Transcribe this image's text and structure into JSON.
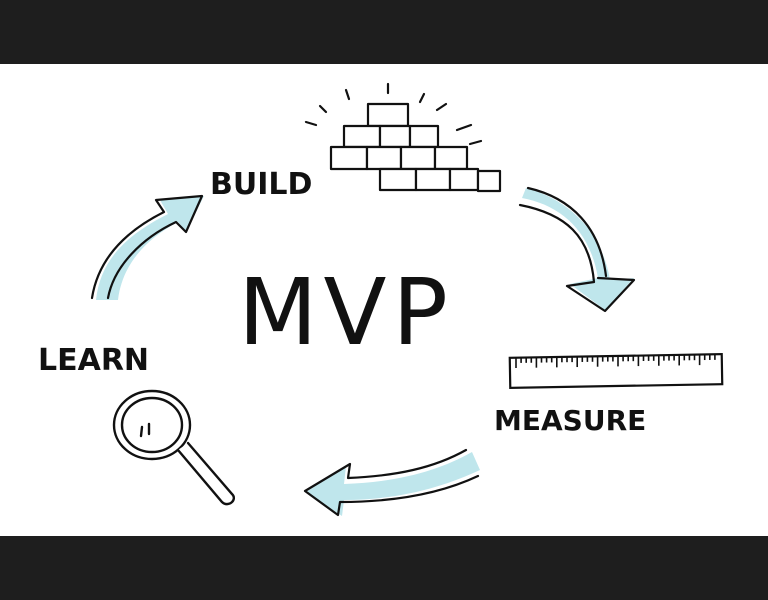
{
  "diagram": {
    "center": "MVP",
    "stages": {
      "build": "BUILD",
      "measure": "MEASURE",
      "learn": "LEARN"
    },
    "colors": {
      "arrow_fill": "#bfe6ec",
      "ink": "#111111",
      "background": "#ffffff",
      "frame": "#1e1e1e"
    },
    "icons": [
      "bricks-icon",
      "ruler-icon",
      "magnifier-icon"
    ]
  }
}
